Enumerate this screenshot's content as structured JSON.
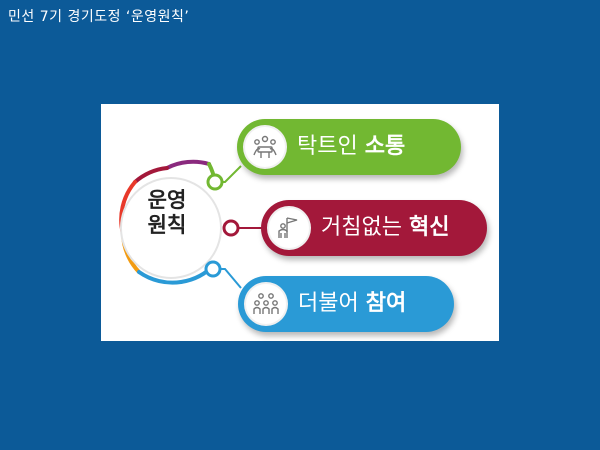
{
  "slide": {
    "title": "민선 7기 경기도정 ‘운영원칙’"
  },
  "diagram": {
    "center": {
      "line1": "운영",
      "line2": "원칙"
    },
    "items": [
      {
        "normal": "탁트인 ",
        "bold": "소통",
        "color": "#72b832",
        "icon": "meeting-group-icon"
      },
      {
        "normal": "거침없는 ",
        "bold": "혁신",
        "color": "#a3183a",
        "icon": "flag-leader-icon"
      },
      {
        "normal": "더불어 ",
        "bold": "참여",
        "color": "#2a9ad6",
        "icon": "people-group-icon"
      }
    ]
  }
}
